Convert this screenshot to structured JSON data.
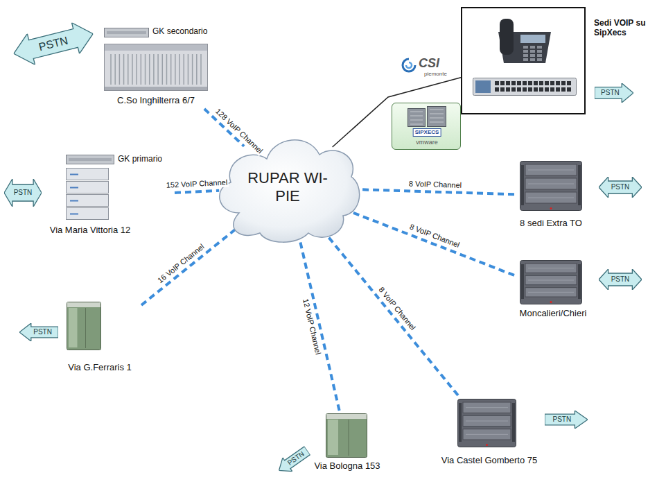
{
  "diagram": {
    "nodes": [
      {
        "text": [
          "PSTN"
        ]
      },
      {
        "text": [
          "GK secondario",
          "C.So Inghilterra 6/7"
        ]
      },
      {
        "text": [
          "Sedi VOIP su SipXecs"
        ]
      },
      {
        "text": [
          "PSTN"
        ]
      },
      {
        "text": [
          "SIPXECS",
          "vmware"
        ]
      },
      {
        "text": [
          "PSTN"
        ]
      },
      {
        "text": [
          "GK primario",
          "Via Maria Vittoria 12"
        ]
      },
      {
        "text": [
          "RUPAR WI-PIE"
        ]
      },
      {
        "text": [
          "8 sedi Extra TO"
        ]
      },
      {
        "text": [
          "PSTN"
        ]
      },
      {
        "text": [
          "Moncalieri/Chieri"
        ]
      },
      {
        "text": [
          "PSTN"
        ]
      },
      {
        "text": [
          "PSTN"
        ]
      },
      {
        "text": [
          "Via G.Ferraris 1"
        ]
      },
      {
        "text": [
          "Via Castel Gomberto 75"
        ]
      },
      {
        "text": [
          "PSTN"
        ]
      },
      {
        "text": [
          "Via Bologna 153"
        ]
      },
      {
        "text": [
          "PSTN"
        ]
      }
    ],
    "edges": [
      {
        "from": 1,
        "to": 7,
        "label": "128 VoIP Channel",
        "arrow": "none"
      },
      {
        "from": 6,
        "to": 7,
        "label": "152 VoIP Channel",
        "arrow": "none"
      },
      {
        "from": 13,
        "to": 7,
        "label": "16 VoIP Channel",
        "arrow": "none"
      },
      {
        "from": 16,
        "to": 7,
        "label": "12 VoIP Channel",
        "arrow": "none"
      },
      {
        "from": 14,
        "to": 7,
        "label": "8 VoIP Channel",
        "arrow": "none"
      },
      {
        "from": 10,
        "to": 7,
        "label": "8 VoIP Channel",
        "arrow": "none"
      },
      {
        "from": 8,
        "to": 7,
        "label": "8 VoIP Channel",
        "arrow": "none"
      },
      {
        "from": 7,
        "to": 2,
        "arrow": "none"
      }
    ],
    "labels": [
      "CSI",
      "piemonte"
    ]
  }
}
